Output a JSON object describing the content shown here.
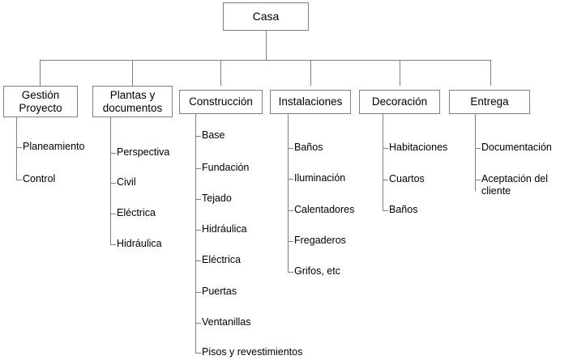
{
  "diagram": {
    "type": "work-breakdown-structure",
    "title": "Casa",
    "root": {
      "label": "Casa"
    },
    "branches": [
      {
        "id": "gestion-proyecto",
        "label": "Gestión\nProyecto",
        "leaves": [
          "Planeamiento",
          "Control"
        ]
      },
      {
        "id": "plantas-y-documentos",
        "label": "Plantas y\ndocumentos",
        "leaves": [
          "Perspectiva",
          "Civil",
          "Eléctrica",
          "Hidráulica"
        ]
      },
      {
        "id": "construccion",
        "label": "Construcción",
        "leaves": [
          "Base",
          "Fundación",
          "Tejado",
          "Hidráulica",
          "Eléctrica",
          "Puertas",
          "Ventanillas",
          "Pisos y revestimientos"
        ]
      },
      {
        "id": "instalaciones",
        "label": "Instalaciones",
        "leaves": [
          "Baños",
          "Iluminación",
          "Calentadores",
          "Fregaderos",
          "Grifos, etc"
        ]
      },
      {
        "id": "decoracion",
        "label": "Decoración",
        "leaves": [
          "Habitaciones",
          "Cuartos",
          "Baños"
        ]
      },
      {
        "id": "entrega",
        "label": "Entrega",
        "leaves": [
          "Documentación",
          "Aceptación del\ncliente"
        ]
      }
    ],
    "colors": {
      "line": "#808080",
      "box_border": "#808080",
      "background": "#ffffff",
      "text": "#000000"
    }
  }
}
